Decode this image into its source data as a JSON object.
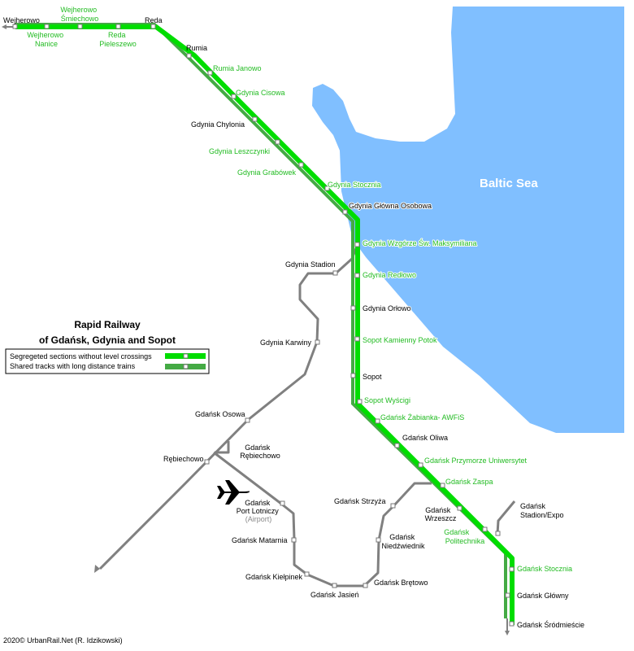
{
  "sea_label": "Baltic Sea",
  "legend": {
    "title_line1": "Rapid Railway",
    "title_line2": "of Gdańsk, Gdynia and Sopot",
    "items": [
      "Segregeted sections without level crossings",
      "Shared tracks with long distance trains"
    ]
  },
  "credit": "2020© UrbanRail.Net (R. Idzikowski)",
  "stations": {
    "wejherowo": "Wejherowo",
    "wejherowo_smiechowo": [
      "Wejherowo",
      "Śmiechowo"
    ],
    "wejherowo_nanice": [
      "Wejherowo",
      "Nanice"
    ],
    "reda_pieleszewo": [
      "Reda",
      "Pieleszewo"
    ],
    "reda": "Reda",
    "rumia": "Rumia",
    "rumia_janowo": "Rumia Janowo",
    "gdynia_cisowa": "Gdynia Cisowa",
    "gdynia_chylonia": "Gdynia Chylonia",
    "gdynia_leszczynki": "Gdynia Leszczynki",
    "gdynia_grabowek": "Gdynia Grabówek",
    "gdynia_stocznia": "Gdynia Stocznia",
    "gdynia_glowna": "Gdynia Główna Osobowa",
    "gdynia_wzgorze": "Gdynia Wzgórze Św. Maksymiliana",
    "gdynia_redlowo": "Gdynia Redłowo",
    "gdynia_orlowo": "Gdynia Orłowo",
    "sopot_kamienny": "Sopot Kamienny Potok",
    "sopot": "Sopot",
    "sopot_wyscigi": "Sopot Wyścigi",
    "gdansk_zabianka": "Gdańsk Żabianka- AWFiS",
    "gdansk_oliwa": "Gdańsk Oliwa",
    "gdansk_przymorze": "Gdańsk Przymorze Uniwersytet",
    "gdansk_zaspa": "Gdańsk Zaspa",
    "gdansk_wrzeszcz": [
      "Gdańsk",
      "Wrzeszcz"
    ],
    "gdansk_politechnika": [
      "Gdańsk",
      "Politechnika"
    ],
    "gdansk_stadion_expo": [
      "Gdańsk",
      "Stadion/Expo"
    ],
    "gdansk_stocznia": "Gdańsk Stocznia",
    "gdansk_glowny": "Gdańsk Główny",
    "gdansk_srodmiescie": "Gdańsk Śródmieście",
    "gdynia_stadion": "Gdynia Stadion",
    "gdynia_karwiny": "Gdynia Karwiny",
    "gdansk_osowa": "Gdańsk Osowa",
    "rebiechowo": "Rębiechowo",
    "gdansk_rebiechowo": [
      "Gdańsk",
      "Rębiechowo"
    ],
    "gdansk_port_lotniczy": [
      "Gdańsk",
      "Port Lotniczy",
      "(Airport)"
    ],
    "gdansk_matarnia": "Gdańsk Matarnia",
    "gdansk_kielpinek": "Gdańsk Kiełpinek",
    "gdansk_jasien": "Gdańsk Jasień",
    "gdansk_bretowo": "Gdańsk Brętowo",
    "gdansk_niedzwiednik": [
      "Gdańsk",
      "Niedźwiednik"
    ],
    "gdansk_strzyza": "Gdańsk Strzyża"
  },
  "colors": {
    "sea": "#80bfff",
    "segregated_line": "#00dd00",
    "shared_line": "#44aa44",
    "pkm_line": "#808080",
    "green_text": "#22bb22"
  },
  "icons": {
    "airport": "airplane-icon",
    "line_end": "arrow-icon"
  }
}
